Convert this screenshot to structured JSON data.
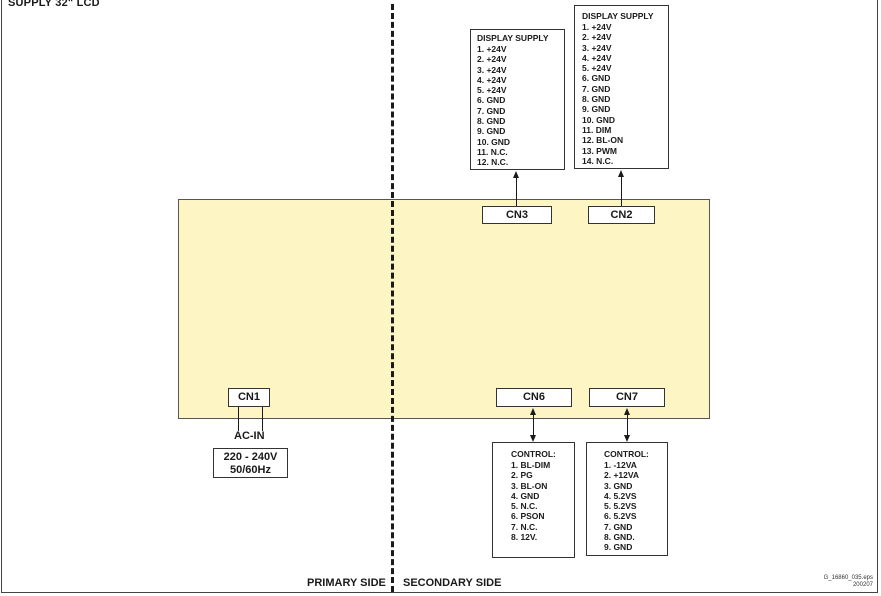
{
  "title": "SUPPLY  32\" LCD",
  "connectors": {
    "cn1": "CN1",
    "cn2": "CN2",
    "cn3": "CN3",
    "cn6": "CN6",
    "cn7": "CN7"
  },
  "ac_in": {
    "label": "AC-IN",
    "voltage": "220 - 240V",
    "frequency": "50/60Hz"
  },
  "cn3_box": {
    "title": "DISPLAY SUPPLY",
    "pins": [
      "1.  +24V",
      "2.  +24V",
      "3.  +24V",
      "4.  +24V",
      "5.  +24V",
      "6.  GND",
      "7.  GND",
      "8.  GND",
      "9.  GND",
      "10. GND",
      "11. N.C.",
      "12. N.C."
    ]
  },
  "cn2_box": {
    "title": "DISPLAY SUPPLY",
    "pins": [
      "1.  +24V",
      "2.  +24V",
      "3.  +24V",
      "4.  +24V",
      "5.  +24V",
      "6.  GND",
      "7.  GND",
      "8.  GND",
      "9.  GND",
      "10. GND",
      "11. DIM",
      "12. BL-ON",
      "13. PWM",
      "14. N.C."
    ]
  },
  "cn6_box": {
    "title": "CONTROL:",
    "pins": [
      "1.  BL-DIM",
      "2.  PG",
      "3.  BL-ON",
      "4.  GND",
      "5.  N.C.",
      "6.  PSON",
      "7.  N.C.",
      "8.  12V."
    ]
  },
  "cn7_box": {
    "title": "CONTROL:",
    "pins": [
      "1.  -12VA",
      "2.  +12VA",
      "3.  GND",
      "4.  5.2VS",
      "5.  5.2VS",
      "6.  5.2VS",
      "7.  GND",
      "8.  GND.",
      "9.  GND"
    ]
  },
  "sides": {
    "primary": "PRIMARY SIDE",
    "secondary": "SECONDARY SIDE"
  },
  "file_ref": {
    "name": "G_16860_035.eps",
    "date": "200207"
  }
}
